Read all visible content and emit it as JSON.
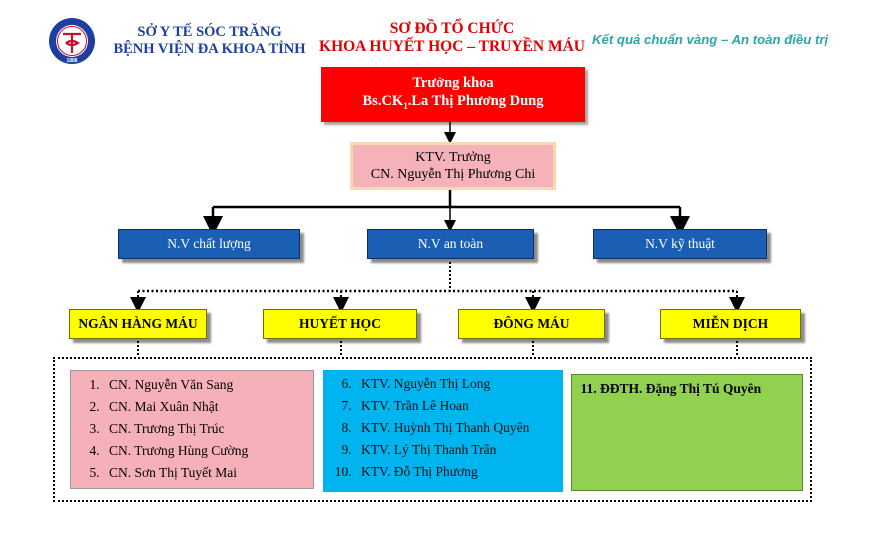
{
  "header": {
    "department_line": "SỞ Y TẾ SÓC TRĂNG",
    "hospital_line": "BỆNH VIỆN ĐA KHOA TỈNH",
    "title_line1": "SƠ ĐỒ TỔ CHỨC",
    "title_line2": "KHOA HUYẾT HỌC – TRUYỀN MÁU",
    "slogan": "Kết quả chuẩn vàng – An toàn điều trị",
    "logo_year": "1888"
  },
  "head_box": {
    "role": "Trưởng khoa",
    "name_prefix": "Bs.CK",
    "name_sub": "1",
    "name": ".La Thị Phương Dung"
  },
  "deputy_box": {
    "role": "KTV. Trưởng",
    "name": "CN. Nguyễn Thị Phương Chi"
  },
  "roles": [
    "N.V chất lượng",
    "N.V an toàn",
    "N.V kỹ thuật"
  ],
  "labs": [
    "NGÂN HÀNG MÁU",
    "HUYẾT HỌC",
    "ĐÔNG MÁU",
    "MIỄN DỊCH"
  ],
  "staff_groups": [
    [
      "CN. Nguyễn Văn Sang",
      "CN. Mai Xuân Nhật",
      "CN. Trương Thị Trúc",
      "CN. Trương Hùng Cường",
      "CN. Sơn Thị Tuyết Mai"
    ],
    [
      "KTV. Nguyễn Thị Long",
      "KTV. Trần Lê Hoan",
      "KTV. Huỳnh Thị Thanh Quyên",
      "KTV. Lý Thị Thanh Trân",
      "KTV. Đỗ Thị Phương"
    ],
    [
      "ĐĐTH. Đặng Thị Tú Quyên"
    ]
  ],
  "colors": {
    "head": "#ff0000",
    "deputy": "#f5b2b9",
    "role": "#1a5fb4",
    "lab": "#ffff00",
    "group1": "#f6b0b9",
    "group2": "#00b4f0",
    "group3": "#92d050",
    "title": "#e00000",
    "hospital": "#1c3fa0",
    "slogan": "#2aa6a6"
  }
}
